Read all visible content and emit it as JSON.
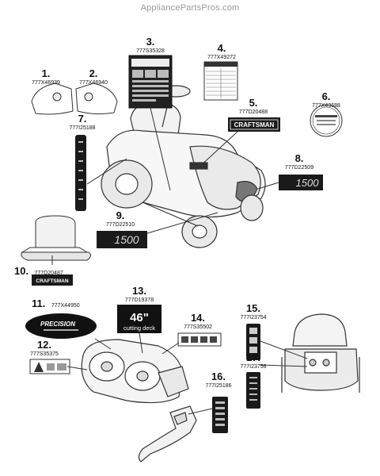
{
  "watermark": "AppliancePartsPros.com",
  "callouts": [
    {
      "num": "1.",
      "code": "777X46939"
    },
    {
      "num": "2.",
      "code": "777X46940"
    },
    {
      "num": "3.",
      "code": "777S35328"
    },
    {
      "num": "4.",
      "code": "777X49272"
    },
    {
      "num": "5.",
      "code": "777D20488"
    },
    {
      "num": "6.",
      "code": "777X43688"
    },
    {
      "num": "7.",
      "code": "777I25188"
    },
    {
      "num": "8.",
      "code": "777D22509"
    },
    {
      "num": "9.",
      "code": "777D22510"
    },
    {
      "num": "10.",
      "code": "777D20487"
    },
    {
      "num": "11.",
      "code": "777X44950"
    },
    {
      "num": "12.",
      "code": "777S35375"
    },
    {
      "num": "13.",
      "code": "777D19378"
    },
    {
      "num": "14.",
      "code": "777S35502"
    },
    {
      "num": "15.",
      "code": "777I23754"
    },
    {
      "num": "16.",
      "code": "777I25186"
    },
    {
      "num": "17.",
      "code": "777I23756"
    }
  ],
  "decals": {
    "brand": "CRAFTSMAN",
    "model": "1500",
    "deck_size": "46\"",
    "deck_label": "cutting deck",
    "precision": "PRECISION"
  }
}
